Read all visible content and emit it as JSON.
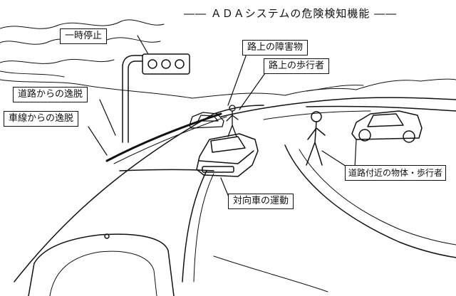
{
  "title": "―― ＡＤＡシステムの危険検知機能 ――",
  "labels": {
    "stop": "一時停止",
    "road_departure": "道路からの逸脱",
    "lane_departure": "車線からの逸脱",
    "obstacle": "路上の障害物",
    "pedestrian": "路上の歩行者",
    "roadside_objects": "道路付近の物体・歩行者",
    "oncoming_vehicle": "対向車の運動"
  }
}
